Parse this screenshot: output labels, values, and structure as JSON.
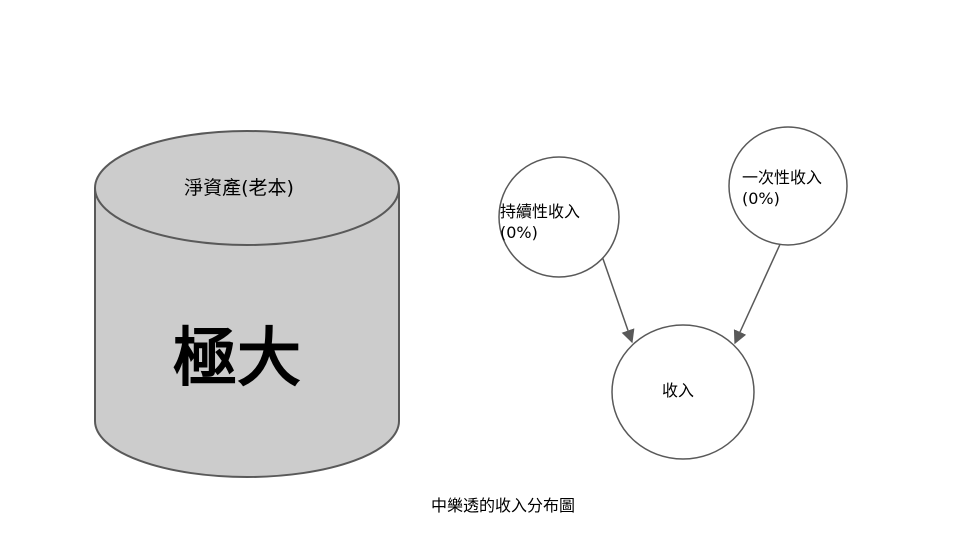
{
  "diagram": {
    "cylinder": {
      "title": "淨資產(老本)",
      "value": "極大"
    },
    "nodes": {
      "recurring_income": {
        "label": "持續性收入",
        "percent": "(0%)"
      },
      "one_time_income": {
        "label": "一次性收入",
        "percent": "(0%)"
      },
      "income": {
        "label": "收入"
      }
    },
    "caption": "中樂透的收入分布圖"
  },
  "colors": {
    "cylinder_fill": "#cccccc",
    "stroke": "#595959",
    "text": "#000000",
    "background": "#ffffff"
  }
}
